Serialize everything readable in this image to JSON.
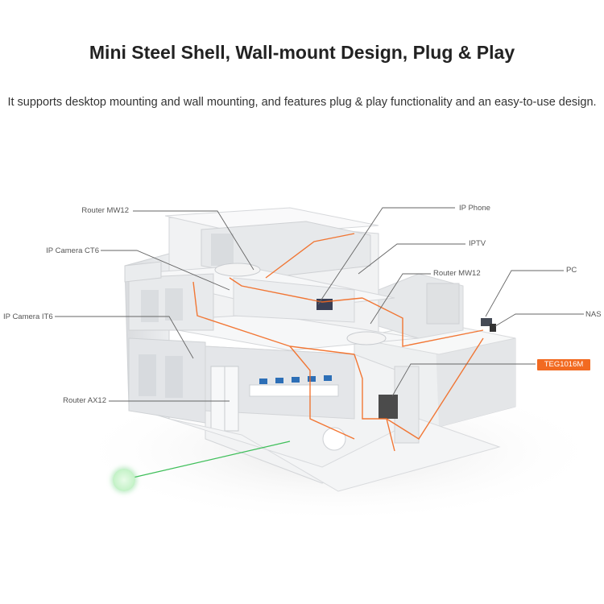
{
  "header": {
    "title": "Mini Steel Shell, Wall-mount Design, Plug & Play",
    "subtitle": "It supports desktop mounting and wall mounting, and features plug & play functionality and an easy-to-use design."
  },
  "callouts": {
    "router_mw12_left": "Router MW12",
    "ip_camera_ct6": "IP Camera CT6",
    "ip_camera_it6": "IP Camera IT6",
    "router_ax12": "Router AX12",
    "ip_phone": "IP Phone",
    "iptv": "IPTV",
    "router_mw12_right": "Router MW12",
    "pc": "PC",
    "nas": "NAS",
    "switch_badge": "TEG1016M"
  },
  "icons": {
    "internet": "globe-icon"
  },
  "colors": {
    "cable": "#f26a21",
    "wireless": "#3fbf5a",
    "building": "#e9eaec",
    "badge": "#f26a21"
  }
}
